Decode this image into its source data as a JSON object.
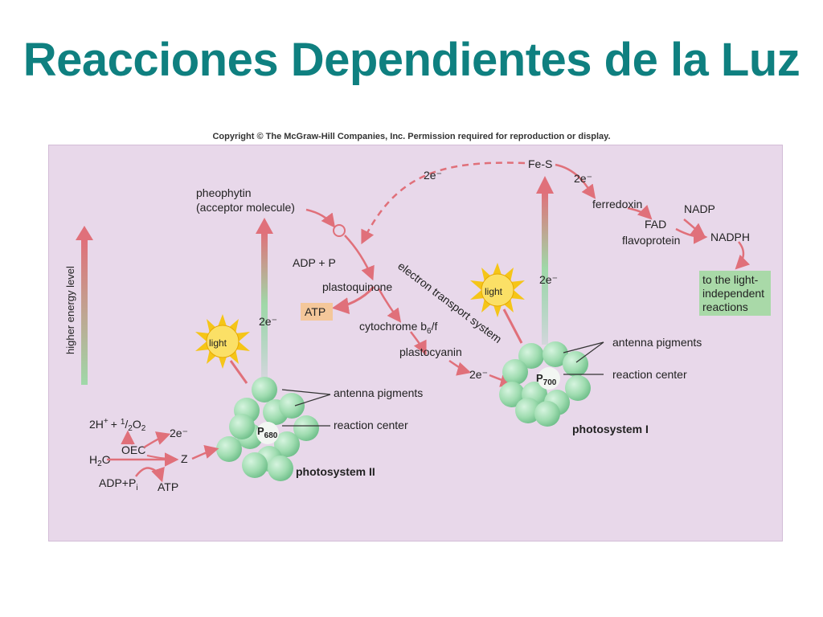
{
  "slide": {
    "title": "Reacciones Dependientes de la Luz",
    "copyright": "Copyright © The McGraw-Hill Companies, Inc. Permission required for reproduction or display."
  },
  "diagram": {
    "higher_energy_level": "higher energy level",
    "light": "light",
    "two_e": "2e⁻",
    "pheophytin": "pheophytin",
    "acceptor_molecule": "(acceptor molecule)",
    "adp_p": "ADP + P",
    "plastoquinone": "plastoquinone",
    "atp": "ATP",
    "cytochrome": "cytochrome b",
    "cytochrome_sub": "6",
    "cytochrome_end": "/f",
    "plastocyanin": "plastocyanin",
    "electron_transport_system": "electron transport system",
    "fe_s": "Fe-S",
    "ferredoxin": "ferredoxin",
    "nadp": "NADP",
    "fad": "FAD",
    "flavoprotein": "flavoprotein",
    "nadph": "NADPH",
    "light_independent": [
      "to the light-",
      "independent",
      "reactions"
    ],
    "antenna_pigments": "antenna pigments",
    "reaction_center": "reaction center",
    "p680_main": "P",
    "p680_sub": "680",
    "p700_main": "P",
    "p700_sub": "700",
    "photosystem_ii": "photosystem II",
    "photosystem_i": "photosystem I",
    "h_plus": "2H",
    "h_plus_sup": "+",
    "plus_half": "+ ",
    "half_num": "1",
    "half_den": "2",
    "o_sym": "O",
    "o_sub": "2",
    "oec": "OEC",
    "h2o_h": "H",
    "h2o_sub": "2",
    "h2o_o": "O",
    "z": "Z",
    "adp_pi": "ADP+P",
    "adp_pi_sub": "i",
    "atp2": "ATP"
  },
  "colors": {
    "title": "#0f8080",
    "panel": "#e8d8ea",
    "arrow": "#e0707a",
    "sphere": "#9fdcb0",
    "atp_box": "#f4c79a",
    "light_box": "#a9d9a8",
    "sun": "#f5c518"
  }
}
